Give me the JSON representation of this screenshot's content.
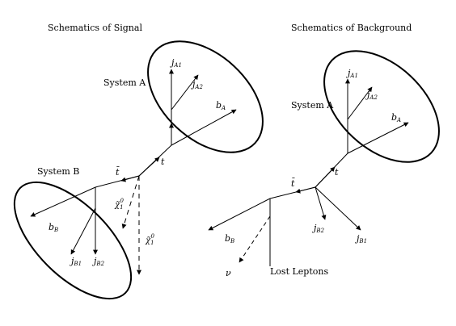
{
  "signal": {
    "title": "Schematics of Signal",
    "system_a": "System A",
    "system_b": "System B",
    "top": {
      "label": "t"
    },
    "antitop": {
      "label": "t̄"
    },
    "jet_a1": {
      "base": "j",
      "sub": "A1"
    },
    "jet_a2": {
      "base": "j",
      "sub": "A2"
    },
    "bjet_a": {
      "base": "b",
      "sub": "A"
    },
    "bjet_b": {
      "base": "b",
      "sub": "B"
    },
    "jet_b1": {
      "base": "j",
      "sub": "B1"
    },
    "jet_b2": {
      "base": "j",
      "sub": "B2"
    },
    "neutralino_1": {
      "base": "χ̃",
      "sub": "1",
      "sup": "0"
    },
    "neutralino_2": {
      "base": "χ̃",
      "sub": "1",
      "sup": "0"
    }
  },
  "background": {
    "title": "Schematics of Background",
    "system_a": "System A",
    "top": {
      "label": "t"
    },
    "antitop": {
      "label": "t̄"
    },
    "jet_a1": {
      "base": "j",
      "sub": "A1"
    },
    "jet_a2": {
      "base": "j",
      "sub": "A2"
    },
    "bjet_a": {
      "base": "b",
      "sub": "A"
    },
    "bjet_b": {
      "base": "b",
      "sub": "B"
    },
    "jet_b1": {
      "base": "j",
      "sub": "B1"
    },
    "jet_b2": {
      "base": "j",
      "sub": "B2"
    },
    "neutrino": {
      "label": "ν"
    },
    "lost_leptons": "Lost Leptons"
  }
}
